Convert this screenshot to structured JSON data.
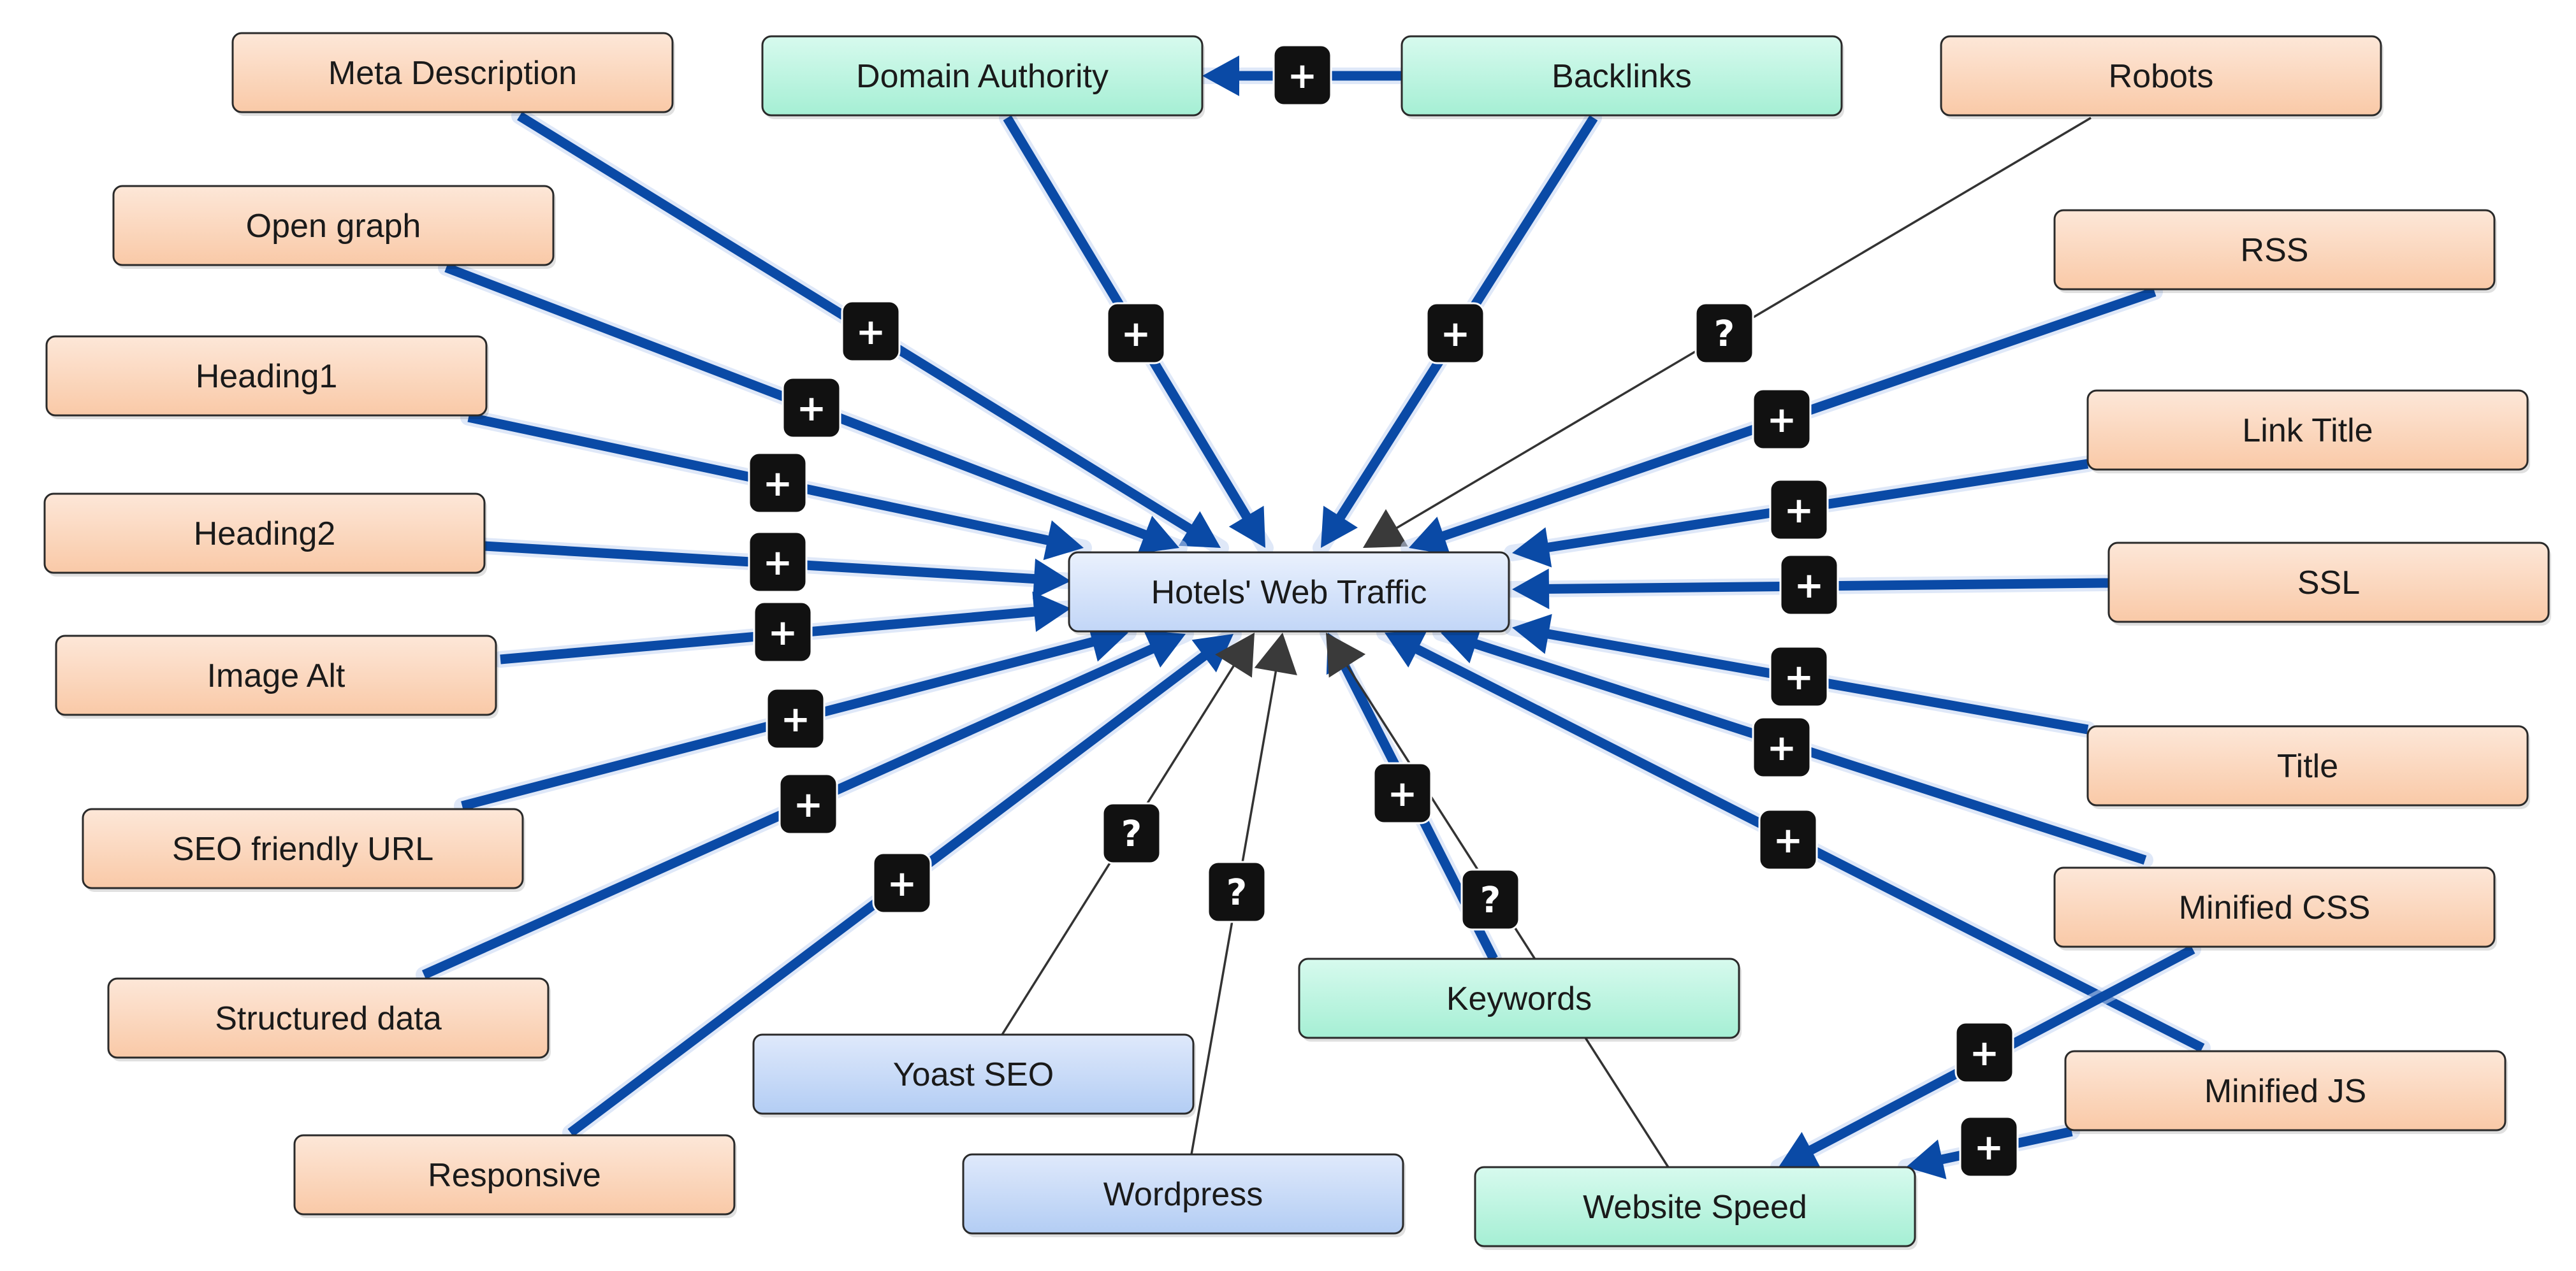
{
  "center": {
    "id": "traffic",
    "label": "Hotels' Web Traffic",
    "kind": "outcome"
  },
  "nodes": [
    {
      "id": "meta",
      "label": "Meta Description",
      "kind": "factor"
    },
    {
      "id": "opengraph",
      "label": "Open graph",
      "kind": "factor"
    },
    {
      "id": "h1",
      "label": "Heading1",
      "kind": "factor"
    },
    {
      "id": "h2",
      "label": "Heading2",
      "kind": "factor"
    },
    {
      "id": "imgalt",
      "label": "Image Alt",
      "kind": "factor"
    },
    {
      "id": "seourl",
      "label": "SEO friendly URL",
      "kind": "factor"
    },
    {
      "id": "structured",
      "label": "Structured data",
      "kind": "factor"
    },
    {
      "id": "responsive",
      "label": "Responsive",
      "kind": "factor"
    },
    {
      "id": "domain",
      "label": "Domain Authority",
      "kind": "intermediate"
    },
    {
      "id": "backlinks",
      "label": "Backlinks",
      "kind": "intermediate"
    },
    {
      "id": "robots",
      "label": "Robots",
      "kind": "factor"
    },
    {
      "id": "rss",
      "label": "RSS",
      "kind": "factor"
    },
    {
      "id": "linktitle",
      "label": "Link Title",
      "kind": "factor"
    },
    {
      "id": "ssl",
      "label": "SSL",
      "kind": "factor"
    },
    {
      "id": "title",
      "label": "Title",
      "kind": "factor"
    },
    {
      "id": "mincss",
      "label": "Minified CSS",
      "kind": "factor"
    },
    {
      "id": "minjs",
      "label": "Minified JS",
      "kind": "factor"
    },
    {
      "id": "yoast",
      "label": "Yoast SEO",
      "kind": "tool"
    },
    {
      "id": "wordpress",
      "label": "Wordpress",
      "kind": "tool"
    },
    {
      "id": "keywords",
      "label": "Keywords",
      "kind": "intermediate"
    },
    {
      "id": "speed",
      "label": "Website Speed",
      "kind": "intermediate"
    }
  ],
  "edges": [
    {
      "from": "meta",
      "to": "traffic",
      "sign": "+"
    },
    {
      "from": "opengraph",
      "to": "traffic",
      "sign": "+"
    },
    {
      "from": "h1",
      "to": "traffic",
      "sign": "+"
    },
    {
      "from": "h2",
      "to": "traffic",
      "sign": "+"
    },
    {
      "from": "imgalt",
      "to": "traffic",
      "sign": "+"
    },
    {
      "from": "seourl",
      "to": "traffic",
      "sign": "+"
    },
    {
      "from": "structured",
      "to": "traffic",
      "sign": "+"
    },
    {
      "from": "responsive",
      "to": "traffic",
      "sign": "+"
    },
    {
      "from": "domain",
      "to": "traffic",
      "sign": "+"
    },
    {
      "from": "backlinks",
      "to": "domain",
      "sign": "+"
    },
    {
      "from": "backlinks",
      "to": "traffic",
      "sign": "+"
    },
    {
      "from": "robots",
      "to": "traffic",
      "sign": "?"
    },
    {
      "from": "rss",
      "to": "traffic",
      "sign": "+"
    },
    {
      "from": "linktitle",
      "to": "traffic",
      "sign": "+"
    },
    {
      "from": "ssl",
      "to": "traffic",
      "sign": "+"
    },
    {
      "from": "title",
      "to": "traffic",
      "sign": "+"
    },
    {
      "from": "mincss",
      "to": "traffic",
      "sign": "+"
    },
    {
      "from": "minjs",
      "to": "traffic",
      "sign": "+"
    },
    {
      "from": "yoast",
      "to": "traffic",
      "sign": "?"
    },
    {
      "from": "wordpress",
      "to": "traffic",
      "sign": "?"
    },
    {
      "from": "keywords",
      "to": "traffic",
      "sign": "+"
    },
    {
      "from": "speed",
      "to": "traffic",
      "sign": "?"
    },
    {
      "from": "mincss",
      "to": "speed",
      "sign": "+"
    },
    {
      "from": "minjs",
      "to": "speed",
      "sign": "+"
    }
  ],
  "colors": {
    "factor": "#fbd9c2",
    "intermediate": "#b7f3de",
    "tool": "#c9dcf8",
    "outcome": "#d6e5fb",
    "link_strong": "#0a4aa6",
    "link_weak": "#333333",
    "badge": "#111111"
  }
}
